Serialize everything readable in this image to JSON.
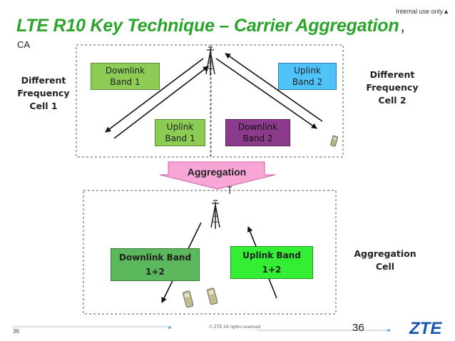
{
  "header": {
    "internal_label": "Internal use only▲",
    "title": "LTE R10 Key Technique – Carrier Aggregation",
    "title_suffix": ",",
    "subtitle": "CA"
  },
  "diagram": {
    "cell1_label": "Different\nFrequency\nCell 1",
    "cell2_label": "Different\nFrequency\nCell 2",
    "aggregation_cell_label": "Aggregation\nCell",
    "downlink_band1": "Downlink\nBand 1",
    "uplink_band1": "Uplink\nBand 1",
    "uplink_band2": "Uplink\nBand  2",
    "downlink_band2": "Downlink\nBand 2",
    "aggregation_arrow": "Aggregation",
    "downlink_band_agg": "Downlink Band\n1+2",
    "uplink_band_agg": "Uplink Band\n1+2"
  },
  "footer": {
    "slide_number_small": "36",
    "copyright": "© ZTE All rights reserved",
    "page_number": "36",
    "logo": "ZTE"
  },
  "colors": {
    "title_green": "#2aa42a",
    "downlink_box": "#8ccc55",
    "uplink_box_cyan": "#4fc3f7",
    "downlink_box_purple": "#8c3a8c",
    "aggregation_pink": "#f7a6d6",
    "agg_downlink_green": "#5cb85c",
    "agg_uplink_green": "#33ee33",
    "logo_blue": "#1a56b0"
  }
}
